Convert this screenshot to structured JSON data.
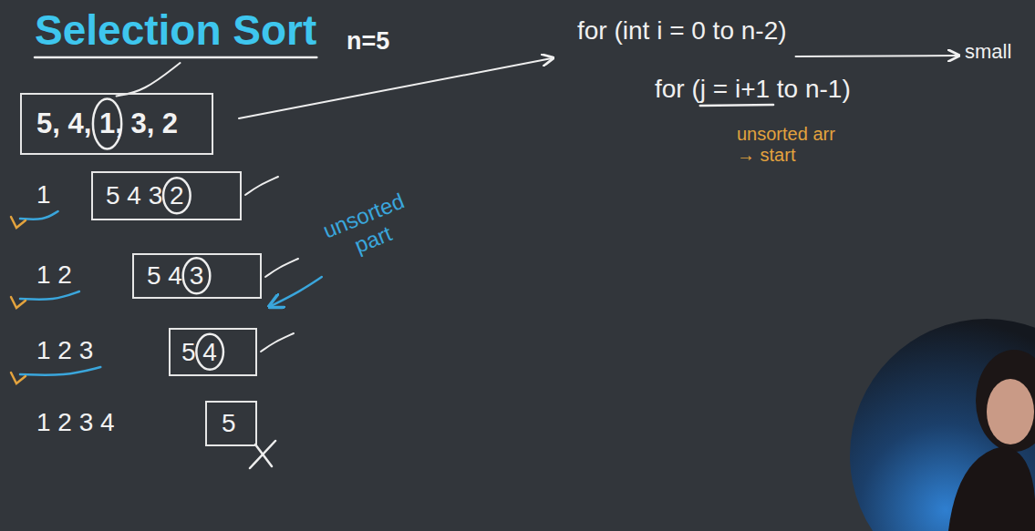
{
  "diagram": {
    "title": "Selection Sort",
    "nodes": [
      {
        "text": [
          "5, 4, 1, 3, 2"
        ]
      },
      {
        "text": [
          "5 4 3 2"
        ]
      },
      {
        "text": [
          "5 4 3"
        ]
      },
      {
        "text": [
          "5 4"
        ]
      },
      {
        "text": [
          "5"
        ]
      }
    ],
    "labels": [
      "n=5",
      "for (int i = 0 to n-2)",
      "small",
      "for (j = i+1 to n-1)",
      "unsorted arr → start",
      "unsorted part",
      "1",
      "1 2",
      "1 2 3",
      "1 2 3 4"
    ]
  }
}
